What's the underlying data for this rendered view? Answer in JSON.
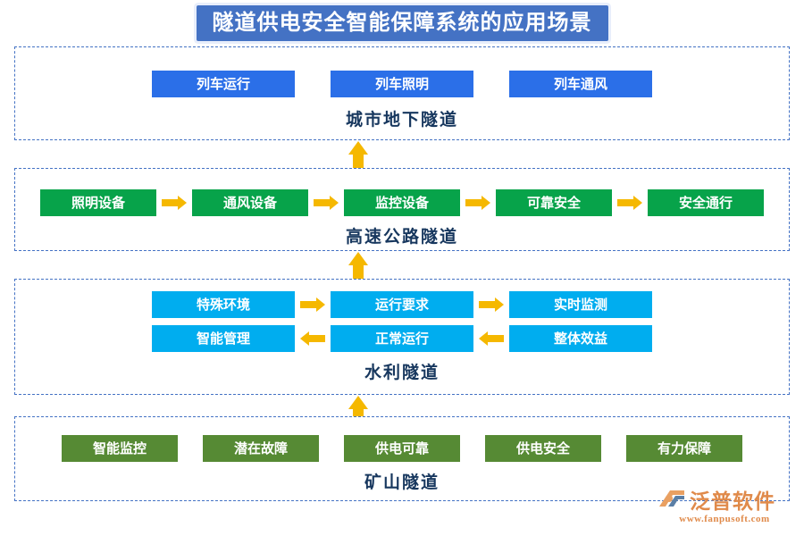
{
  "title": "隧道供电安全智能保障系统的应用场景",
  "colors": {
    "title_bar": "#4472C4",
    "section_border": "#4472C4",
    "node_blue": "#2B6FE8",
    "node_green": "#07A34A",
    "node_cyan": "#00ADEF",
    "node_olive": "#568A34",
    "arrow_gold": "#F5B800",
    "caption_text": "#17375E",
    "logo_orange": "#E08A4A"
  },
  "sections": [
    {
      "id": "section-1",
      "caption": "城市地下隧道",
      "style": "blue",
      "rows": [
        {
          "nodes": [
            "列车运行",
            "列车照明",
            "列车通风"
          ],
          "arrows": "none"
        }
      ]
    },
    {
      "id": "section-2",
      "caption": "高速公路隧道",
      "style": "green",
      "rows": [
        {
          "nodes": [
            "照明设备",
            "通风设备",
            "监控设备",
            "可靠安全",
            "安全通行"
          ],
          "arrows": "right"
        }
      ]
    },
    {
      "id": "section-3",
      "caption": "水利隧道",
      "style": "cyan",
      "rows": [
        {
          "nodes": [
            "特殊环境",
            "运行要求",
            "实时监测"
          ],
          "arrows": "right"
        },
        {
          "nodes": [
            "智能管理",
            "正常运行",
            "整体效益"
          ],
          "arrows": "left"
        }
      ]
    },
    {
      "id": "section-4",
      "caption": "矿山隧道",
      "style": "olive",
      "rows": [
        {
          "nodes": [
            "智能监控",
            "潜在故障",
            "供电可靠",
            "供电安全",
            "有力保障"
          ],
          "arrows": "none"
        }
      ]
    }
  ],
  "connectors": [
    {
      "name": "connector-1",
      "direction": "up"
    },
    {
      "name": "connector-2",
      "direction": "up"
    },
    {
      "name": "connector-3",
      "direction": "up"
    }
  ],
  "logo": {
    "name": "泛普软件",
    "url": "www.fanpusoft.com"
  }
}
